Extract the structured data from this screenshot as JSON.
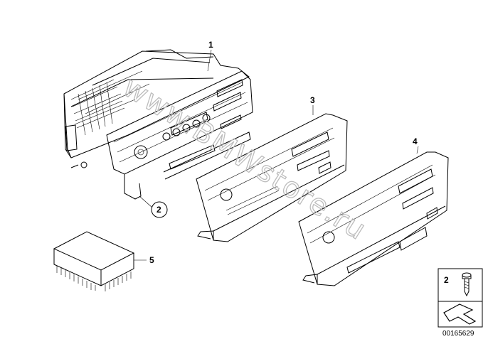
{
  "callouts": {
    "radio_unit": "1",
    "circled_screw": "2",
    "panel_a": "3",
    "panel_b": "4",
    "module": "5",
    "legend_number": "2"
  },
  "watermark": "www.BMWstore.ru",
  "image_number": "00165629",
  "icons": [
    "radio-unit-drawing",
    "control-panel-drawing",
    "control-panel-drawing",
    "module-drawing",
    "screw-icon",
    "arrow-icon"
  ]
}
